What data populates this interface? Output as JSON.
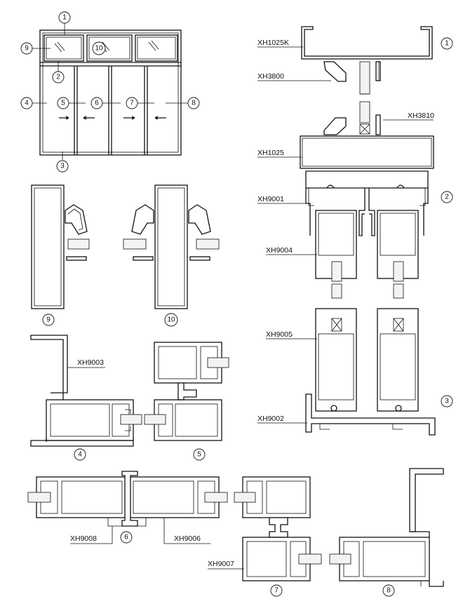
{
  "labels": {
    "xh1025k": "XH1025K",
    "xh3800": "XH3800",
    "xh3810": "XH3810",
    "xh1025": "XH1025",
    "xh9001": "XH9001",
    "xh9004": "XH9004",
    "xh9005": "XH9005",
    "xh9002": "XH9002",
    "xh9003": "XH9003",
    "xh9008": "XH9008",
    "xh9006": "XH9006",
    "xh9007": "XH9007"
  },
  "callouts": {
    "n1": "1",
    "n2": "2",
    "n3": "3",
    "n4": "4",
    "n5": "5",
    "n6": "6",
    "n7": "7",
    "n8": "8",
    "n9": "9",
    "n10": "10"
  }
}
